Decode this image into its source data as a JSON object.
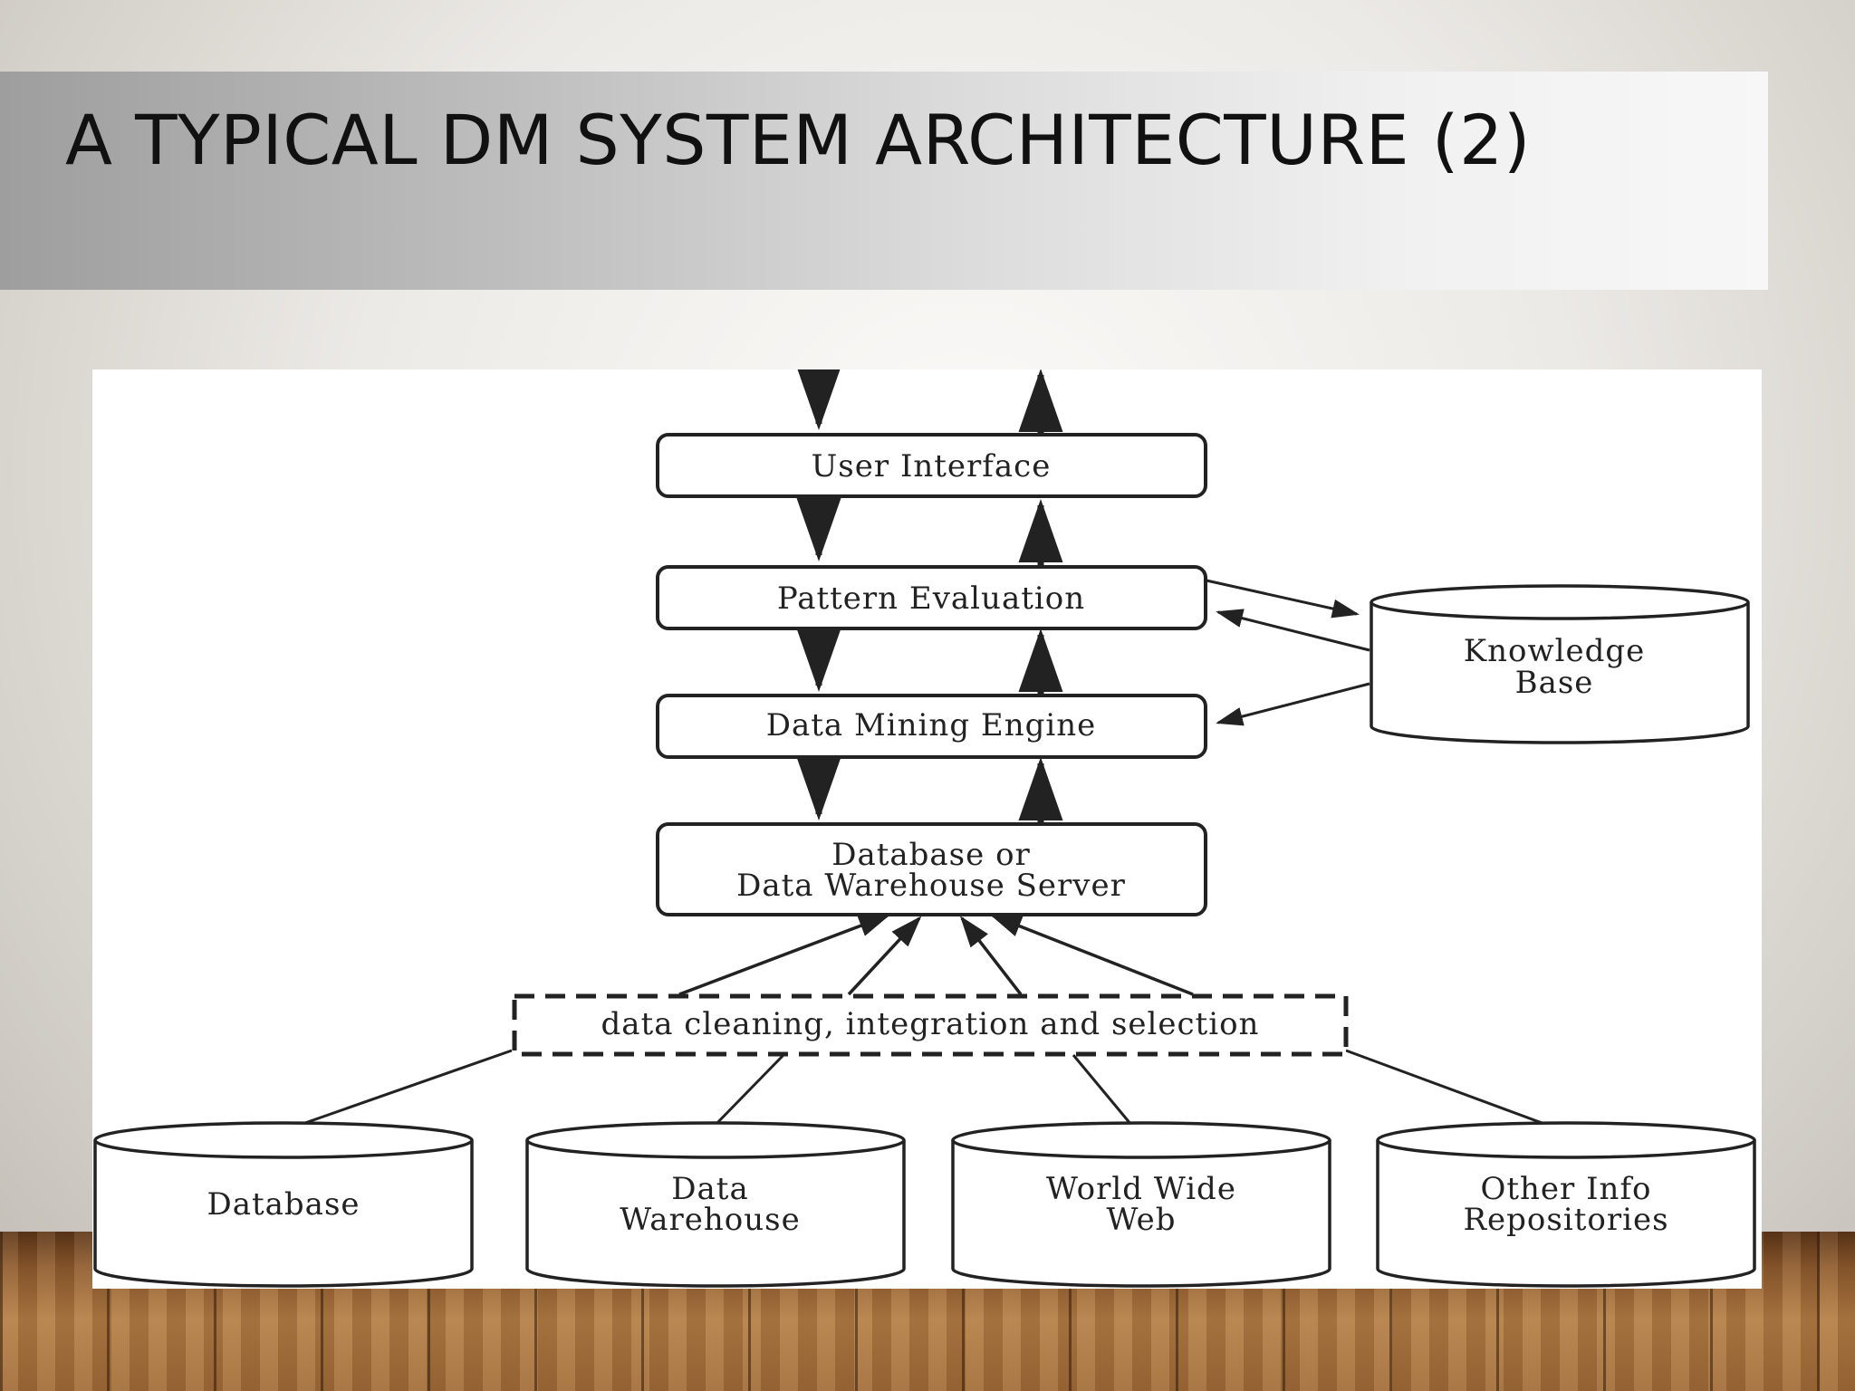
{
  "slide": {
    "title": "A TYPICAL DM SYSTEM ARCHITECTURE (2)"
  },
  "diagram": {
    "layers": {
      "user_interface": "User Interface",
      "pattern_evaluation": "Pattern Evaluation",
      "data_mining_engine": "Data Mining Engine",
      "server_line1": "Database or",
      "server_line2": "Data Warehouse Server",
      "cleaning": "data cleaning, integration and selection"
    },
    "knowledge_base": {
      "line1": "Knowledge",
      "line2": "Base"
    },
    "sources": [
      {
        "line1": "Database",
        "line2": ""
      },
      {
        "line1": "Data",
        "line2": "Warehouse"
      },
      {
        "line1": "World Wide",
        "line2": "Web"
      },
      {
        "line1": "Other Info",
        "line2": "Repositories"
      }
    ]
  }
}
